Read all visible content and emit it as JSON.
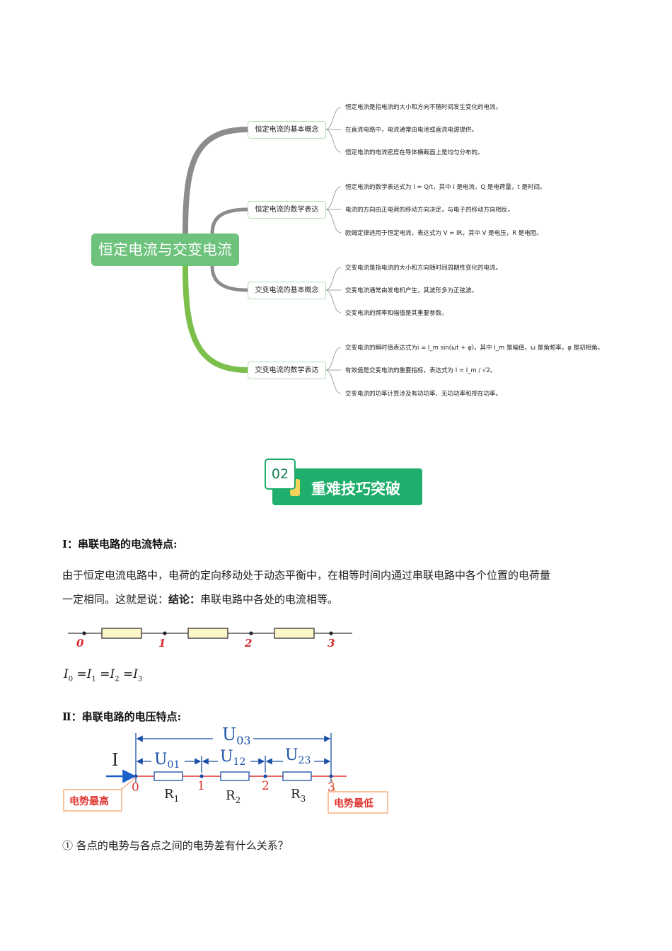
{
  "mindmap": {
    "root": "恒定电流与交变电流",
    "branches": [
      {
        "label": "恒定电流的基本概念",
        "leaves": [
          "恒定电流是指电流的大小和方向不随时间发生变化的电流。",
          "在直流电路中，电流通常由电池或直流电源提供。",
          "恒定电流的电流密度在导体横截面上是均匀分布的。"
        ]
      },
      {
        "label": "恒定电流的数学表达",
        "leaves": [
          "恒定电流的数学表达式为 I = Q/t，其中 I 是电流，Q 是电荷量，t 是时间。",
          "电流的方向由正电荷的移动方向决定，与电子的移动方向相反。",
          "欧姆定律适用于恒定电流，表达式为 V = IR，其中 V 是电压，R 是电阻。"
        ]
      },
      {
        "label": "交变电流的基本概念",
        "leaves": [
          "交变电流是指电流的大小和方向随时间周期性变化的电流。",
          "交变电流通常由发电机产生，其波形多为正弦波。",
          "交变电流的频率和幅值是其重要参数。"
        ]
      },
      {
        "label": "交变电流的数学表达",
        "leaves": [
          "交变电流的瞬时值表达式为i = I_m sin(ωt + φ)，其中 I_m 是幅值，ω 是角频率，φ 是初相角。",
          "有效值是交变电流的重要指标，表达式为 I = I_m / √2。",
          "交变电流的功率计算涉及有功功率、无功功率和视在功率。"
        ]
      }
    ],
    "colors": {
      "root": "#6dc27c",
      "branch_grey": "#8c8c8c",
      "branch_green": "#7cbf4a",
      "node_border": "#b7dcb4"
    }
  },
  "section_badge": {
    "number": "02",
    "title": "重难技巧突破",
    "color": "#1fae6c"
  },
  "section1": {
    "heading": "Ⅰ：串联电路的电流特点:",
    "para_line1": "由于恒定电流电路中，电荷的定向移动处于动态平衡中，在相等时间内通过串联电路中各个位置的电荷量",
    "para_line2_prefix": "一定相同。这就是说：",
    "para_line2_bold": "结论：",
    "para_line2_suffix": "串联电路中各处的电流相等。",
    "points": [
      "0",
      "1",
      "2",
      "3"
    ],
    "formula": {
      "symbol": "I",
      "subs": [
        "0",
        "1",
        "2",
        "3"
      ]
    }
  },
  "section2": {
    "heading": "Ⅱ：串联电路的电压特点:",
    "current_label": "I",
    "u_total": {
      "main": "U",
      "sub": "03"
    },
    "u_parts": [
      {
        "main": "U",
        "sub": "01"
      },
      {
        "main": "U",
        "sub": "12"
      },
      {
        "main": "U",
        "sub": "23"
      }
    ],
    "points": [
      "0",
      "1",
      "2",
      "3"
    ],
    "resistors": [
      {
        "main": "R",
        "sub": "1"
      },
      {
        "main": "R",
        "sub": "2"
      },
      {
        "main": "R",
        "sub": "3"
      }
    ],
    "high_label": "电势最高",
    "low_label": "电势最低",
    "question": "① 各点的电势与各点之间的电势差有什么关系？"
  }
}
